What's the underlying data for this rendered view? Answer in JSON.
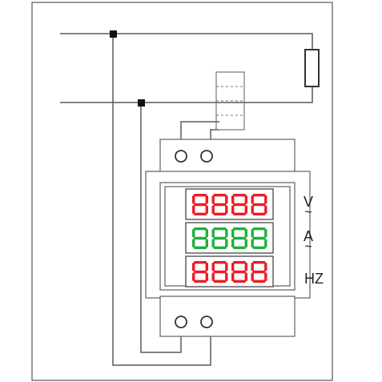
{
  "meter": {
    "rows": [
      {
        "digits": "8888",
        "label": "V",
        "sub": "~",
        "color": "#ec1c24"
      },
      {
        "digits": "8888",
        "label": "A",
        "sub": "~",
        "color": "#1fb03c"
      },
      {
        "digits": "8888",
        "label": "HZ",
        "sub": "",
        "color": "#ec1c24"
      }
    ]
  },
  "colors": {
    "wire": "#5a5a5a",
    "outline": "#6b6b6b",
    "junction": "#111111",
    "segment_off_red": "#f6c2c2",
    "segment_off_green": "#bfe7c8"
  }
}
